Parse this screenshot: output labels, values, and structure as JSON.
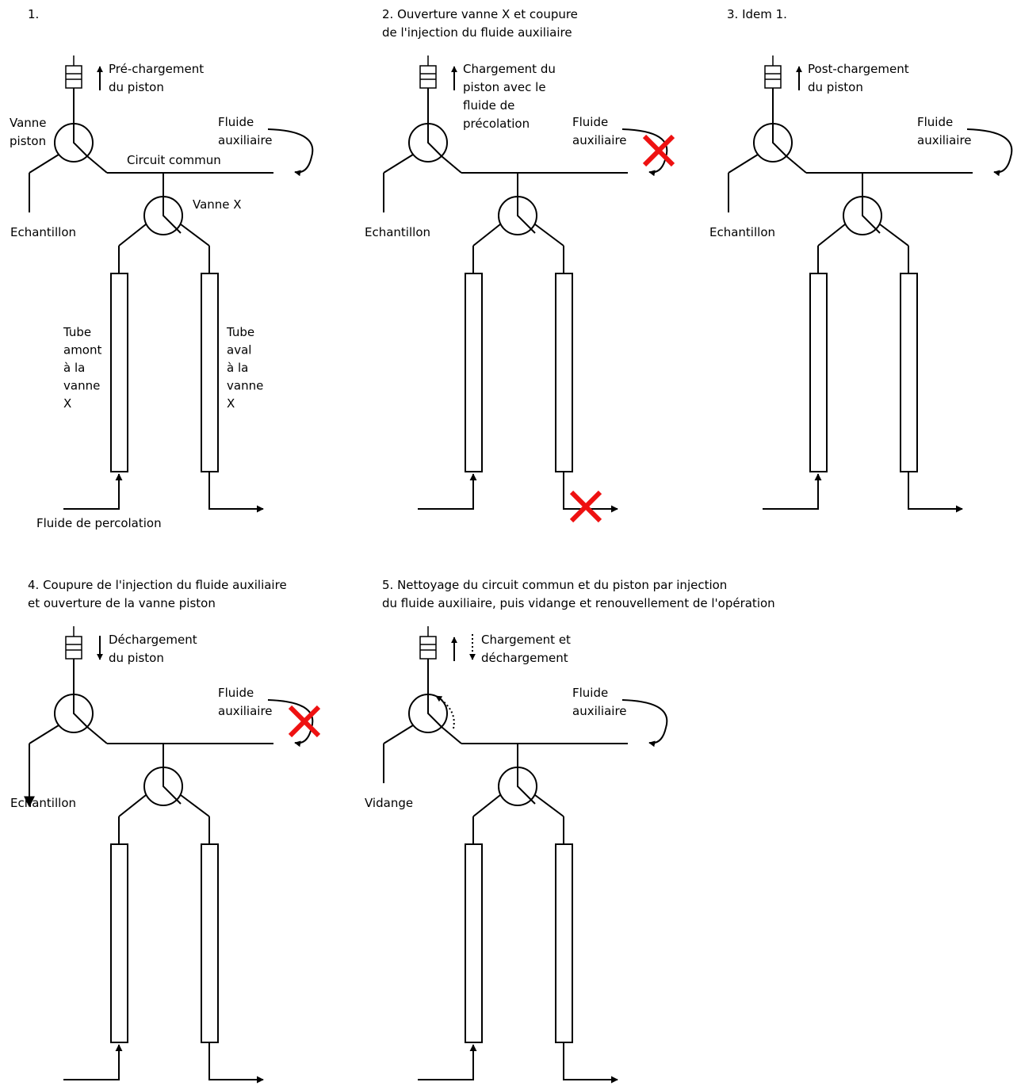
{
  "panels": [
    {
      "title_lines": [
        "1."
      ],
      "piston_text_lines": [
        "Pré-chargement",
        "du piston"
      ],
      "piston_arrows": "up",
      "valve_piston_label_lines": [
        "Vanne",
        "piston"
      ],
      "aux_fluid_lines": [
        "Fluide",
        "auxiliaire"
      ],
      "circuit_label": "Circuit commun",
      "valve_x_label": "Vanne X",
      "left_branch_label": "Echantillon",
      "left_tube_label_lines": [
        "Tube",
        "amont",
        "à la",
        "vanne",
        "X"
      ],
      "right_tube_label_lines": [
        "Tube",
        "aval",
        "à la",
        "vanne",
        "X"
      ],
      "bottom_label": "Fluide de percolation",
      "cross_aux": false,
      "cross_outlet": false
    },
    {
      "title_lines": [
        "2. Ouverture vanne X et coupure",
        "de l'injection du fluide auxiliaire"
      ],
      "piston_text_lines": [
        "Chargement du",
        "piston avec le",
        "fluide de",
        "précolation"
      ],
      "piston_arrows": "up",
      "aux_fluid_lines": [
        "Fluide",
        "auxiliaire"
      ],
      "left_branch_label": "Echantillon",
      "cross_aux": true,
      "cross_outlet": true
    },
    {
      "title_lines": [
        "3. Idem 1."
      ],
      "piston_text_lines": [
        "Post-chargement",
        "du piston"
      ],
      "piston_arrows": "up",
      "aux_fluid_lines": [
        "Fluide",
        "auxiliaire"
      ],
      "left_branch_label": "Echantillon",
      "cross_aux": false,
      "cross_outlet": false
    },
    {
      "title_lines": [
        "4. Coupure de l'injection du fluide auxiliaire",
        "et ouverture de la vanne piston"
      ],
      "piston_text_lines": [
        "Déchargement",
        "du piston"
      ],
      "piston_arrows": "down",
      "aux_fluid_lines": [
        "Fluide",
        "auxiliaire"
      ],
      "left_branch_label": "Echantillon",
      "cross_aux": true,
      "cross_outlet": false
    },
    {
      "title_lines": [
        "5. Nettoyage du circuit commun et du piston par injection",
        "du fluide auxiliaire, puis vidange et renouvellement de l'opération"
      ],
      "piston_text_lines": [
        "Chargement et",
        "déchargement"
      ],
      "piston_arrows": "both",
      "aux_fluid_lines": [
        "Fluide",
        "auxiliaire"
      ],
      "left_branch_label": "Vidange",
      "cross_aux": false,
      "cross_outlet": false
    }
  ],
  "colors": {
    "line": "#000000",
    "cross": "#ee1111",
    "background": "#ffffff"
  }
}
